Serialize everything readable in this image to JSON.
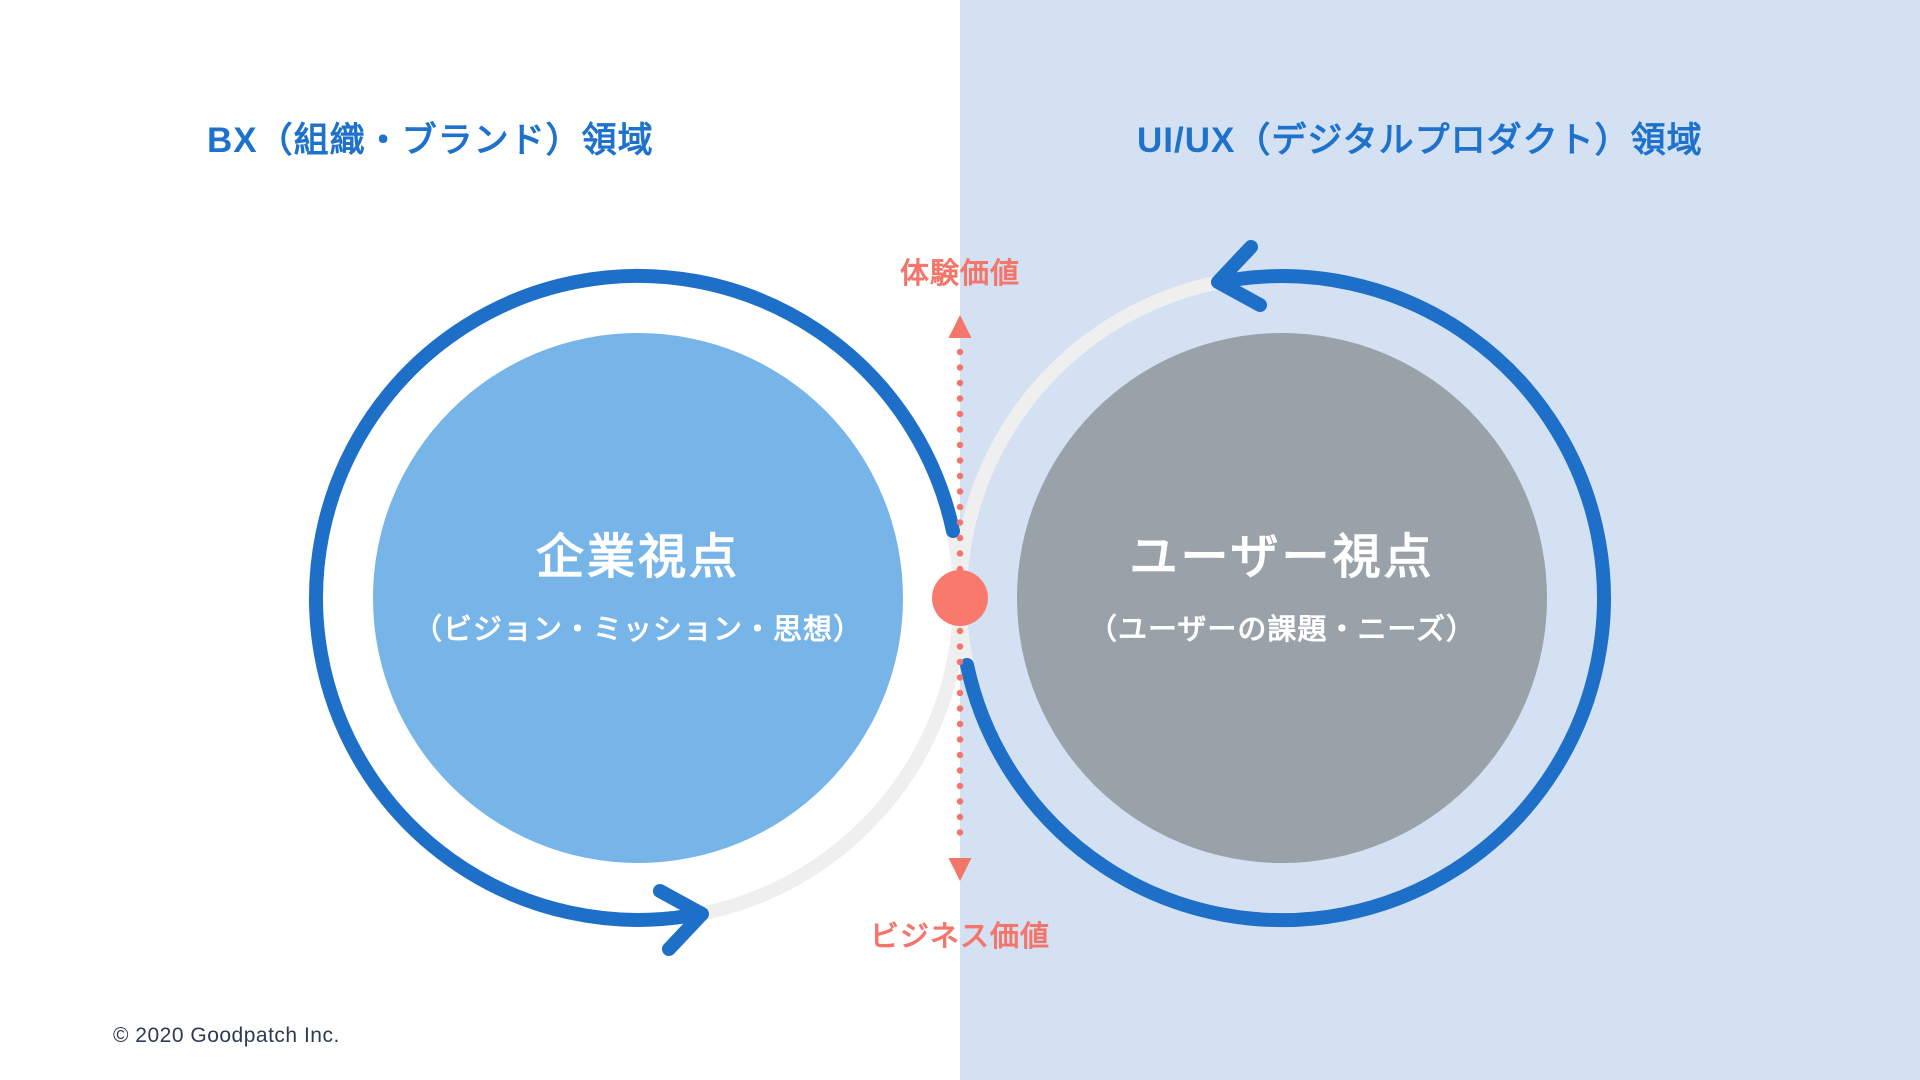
{
  "diagram": {
    "left_domain": {
      "title": "BX（組織・ブランド）領域",
      "circle_label": "企業視点",
      "circle_sublabel": "（ビジョン・ミッション・思想）"
    },
    "right_domain": {
      "title": "UI/UX（デジタルプロダクト）領域",
      "circle_label": "ユーザー視点",
      "circle_sublabel": "（ユーザーの課題・ニーズ）"
    },
    "axis": {
      "top_label": "体験価値",
      "bottom_label": "ビジネス価値"
    },
    "footer": {
      "copyright": "© 2020 Goodpatch Inc."
    },
    "colors": {
      "accent_blue": "#1E6FC8",
      "title_blue": "#1E72CC",
      "left_circle_fill": "#77B4E8",
      "right_circle_fill": "#99A1A9",
      "ring_track_gray": "#EFEFEF",
      "right_background": "#D3E1F2",
      "salmon_accent": "#F4756A",
      "center_dot": "#F97A6C",
      "copyright_navy": "#2E3A52"
    }
  }
}
